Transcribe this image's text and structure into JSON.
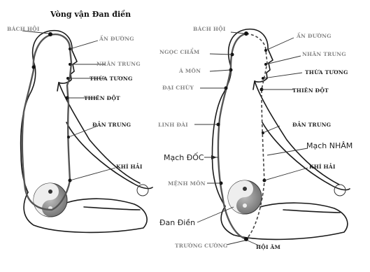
{
  "title": "Vòng vận Đan điền",
  "left_labels": {
    "bach_hoi": "BÁCH HỘI",
    "an_duong": "ẤN ĐƯỜNG",
    "nhan_trung": "NHÂN TRUNG",
    "thua_tuong": "THỪA TƯƠNG",
    "thien_dot": "THIÊN ĐỘT",
    "dan_trung": "ĐẢN TRUNG",
    "khi_hai": "KHÍ HẢI"
  },
  "right_labels": {
    "bach_hoi": "BÁCH HỘI",
    "an_duong": "ẤN ĐƯỜNG",
    "ngoc_cham": "NGỌC CHẨM",
    "nhan_trung": "NHÂN TRUNG",
    "a_mon": "Á MÔN",
    "thua_tuong": "THỪA TƯƠNG",
    "dai_chuy": "ĐẠI CHÙY",
    "thien_dot": "THIÊN ĐỘT",
    "linh_dai": "LINH ĐÀI",
    "dan_trung": "ĐẢN TRUNG",
    "mach_doc": "Mạch ĐỐC",
    "mach_nham": "Mạch NHÂM",
    "khi_hai": "KHÍ HẢI",
    "menh_mon": "MỆNH MÔN",
    "dan_dien": "Đan Điền",
    "truong_cuong": "TRƯỜNG CƯỜNG",
    "hoi_am": "HỘI ÂM"
  },
  "colors": {
    "ink": "#1a1a1a",
    "label_gray": "#888888",
    "path_gray": "#555555"
  }
}
